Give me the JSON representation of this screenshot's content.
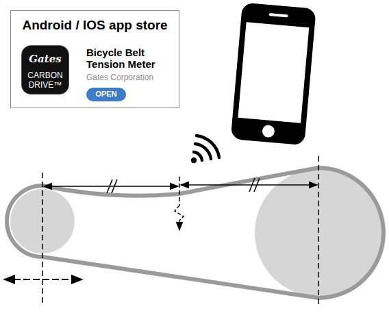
{
  "diagram": {
    "nodes": [
      {
        "text": [
          "Android / IOS app store",
          "Bicycle Belt Tension Meter",
          "Gates Corporation"
        ]
      },
      {
        "text": [
          "Gates",
          "CARBON DRIVE™"
        ],
        "in": 0
      },
      {
        "text": [
          "OPEN"
        ],
        "in": 0
      }
    ]
  }
}
